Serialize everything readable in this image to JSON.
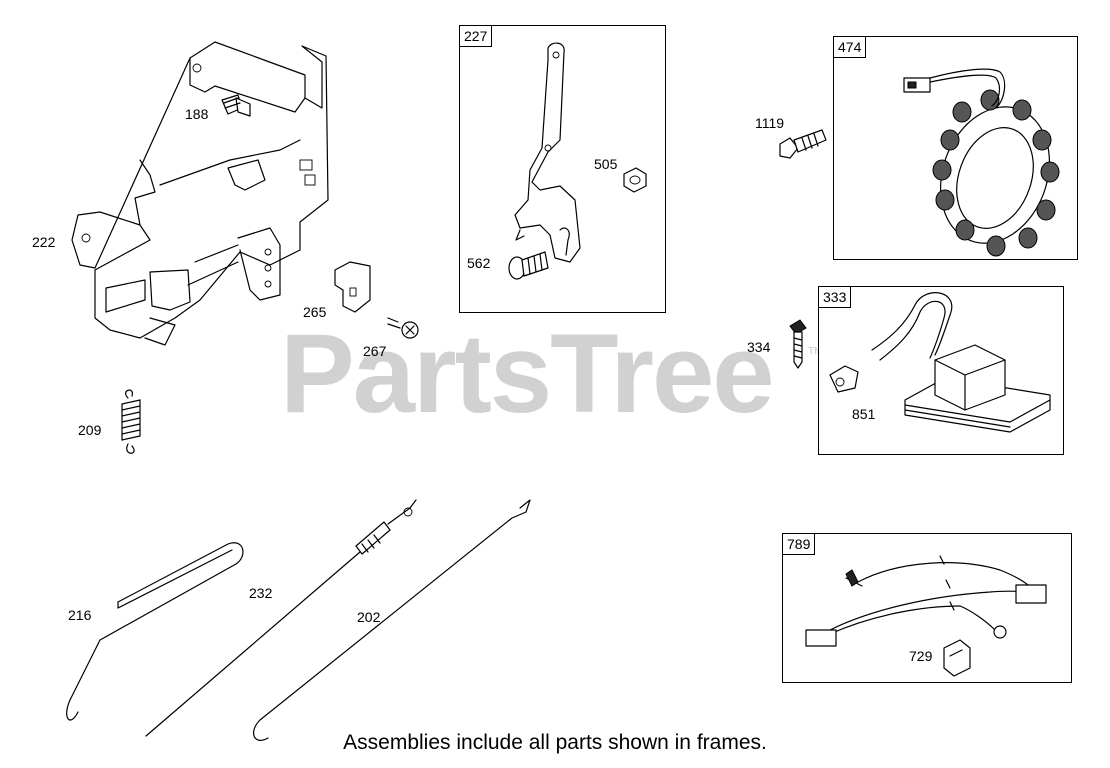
{
  "watermark": {
    "text": "PartsTree",
    "tm": "TM"
  },
  "caption": "Assemblies include all parts shown in frames.",
  "frames": {
    "f227": "227",
    "f474": "474",
    "f333": "333",
    "f789": "789"
  },
  "labels": {
    "p188": "188",
    "p222": "222",
    "p265": "265",
    "p267": "267",
    "p209": "209",
    "p505": "505",
    "p562": "562",
    "p1119": "1119",
    "p334": "334",
    "p851": "851",
    "p216": "216",
    "p232": "232",
    "p202": "202",
    "p729": "729"
  }
}
